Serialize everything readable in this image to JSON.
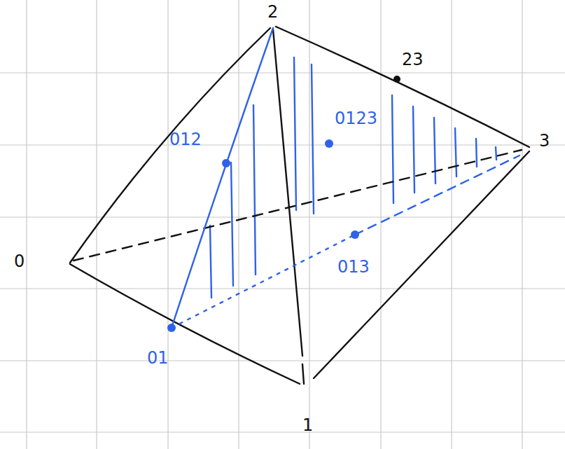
{
  "diagram": {
    "labels": [
      "2",
      "23",
      "3",
      "012",
      "0123",
      "0",
      "013",
      "01",
      "1"
    ]
  }
}
